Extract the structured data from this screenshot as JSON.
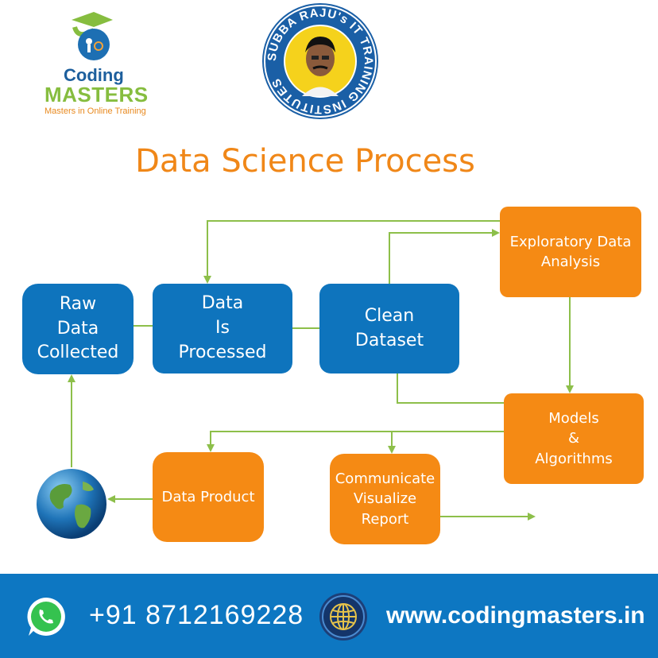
{
  "logo": {
    "line1": "Coding",
    "line2": "MASTERS",
    "tagline": "Masters in Online Training"
  },
  "seal": {
    "ring_text": "SUBBA RAJU's IT TRAINING INSTITUTES"
  },
  "title": "Data Science Process",
  "nodes": {
    "raw": "Raw\nData\nCollected",
    "processed": "Data\nIs\nProcessed",
    "clean": "Clean\nDataset",
    "eda": "Exploratory Data\nAnalysis",
    "models": "Models\n&\nAlgorithms",
    "product": "Data Product",
    "communicate": "Communicate\nVisualize\nReport"
  },
  "footer": {
    "phone": "+91 8712169228",
    "website": "www.codingmasters.in"
  },
  "colors": {
    "blue": "#0e74bd",
    "orange": "#f58a14",
    "green_line": "#8dbf4a",
    "footer_blue": "#0d77c2"
  }
}
